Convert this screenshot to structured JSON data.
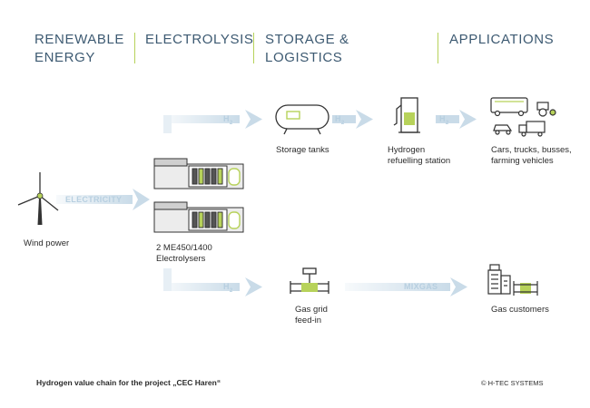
{
  "headers": [
    {
      "lines": [
        "RENEWABLE",
        "ENERGY"
      ]
    },
    {
      "lines": [
        "ELECTROLYSIS"
      ]
    },
    {
      "lines": [
        "STORAGE &",
        "LOGISTICS"
      ]
    },
    {
      "lines": [
        "APPLICATIONS"
      ]
    }
  ],
  "nodes": {
    "wind": {
      "lines": [
        "Wind power"
      ]
    },
    "electrolysers": {
      "lines": [
        "2 ME450/1400",
        "Electrolysers"
      ]
    },
    "storage": {
      "lines": [
        "Storage tanks"
      ]
    },
    "refuelling": {
      "lines": [
        "Hydrogen",
        "refuelling station"
      ]
    },
    "vehicles": {
      "lines": [
        "Cars, trucks, busses,",
        "farming vehicles"
      ]
    },
    "gas_grid": {
      "lines": [
        "Gas grid",
        "feed-in"
      ]
    },
    "gas_customers": {
      "lines": [
        "Gas customers"
      ]
    }
  },
  "flows": {
    "electricity": "ELECTRICITY",
    "h2": "H",
    "h2_sub": "2",
    "mixgas": "MIXGAS"
  },
  "footer": {
    "caption": "Hydrogen value chain for the project „CEC Haren“",
    "copyright": "© H-TEC SYSTEMS"
  },
  "colors": {
    "header": "#3d5a72",
    "accent": "#b7d25a",
    "flow": "#c9dbe8",
    "line": "#333333"
  }
}
